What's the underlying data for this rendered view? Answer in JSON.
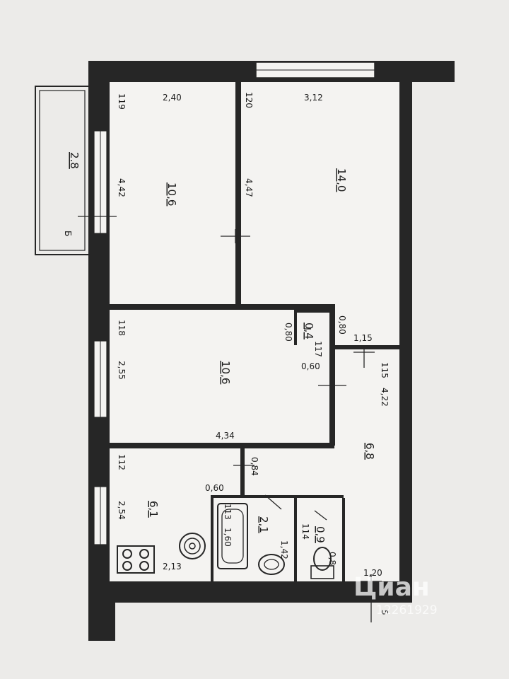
{
  "colors": {
    "wall": "#262626",
    "paper": "#ecebe9",
    "room": "#f4f3f1",
    "watermark": "#ffffff"
  },
  "balcony": {
    "area": "2.8",
    "mark": "Б"
  },
  "rooms": [
    {
      "id": "room-1",
      "area": "10,6",
      "num": "119",
      "w": "2,40",
      "h": "4,42"
    },
    {
      "id": "room-2",
      "area": "14,0",
      "num": "120",
      "w": "3,12",
      "h": "4,47"
    },
    {
      "id": "room-3",
      "area": "10,6",
      "num": "118",
      "w": "4,34",
      "h": "2,55"
    },
    {
      "id": "kitchen",
      "area": "6,1",
      "num": "112",
      "w": "2,13",
      "h": "2,54"
    },
    {
      "id": "hall",
      "area": "6,8",
      "num": "115",
      "w": "1,15",
      "h": "4,22"
    },
    {
      "id": "bathroom",
      "area": "2,1",
      "num": "113",
      "w": "1,60",
      "h": "1,42"
    },
    {
      "id": "closet",
      "area": "0,4",
      "num": "117",
      "w": "0,60",
      "h": "0,80"
    },
    {
      "id": "toilet",
      "area": "0,9",
      "num": "114",
      "w": "0,8",
      "h": ""
    }
  ],
  "dims": {
    "hall_top": "0,80",
    "hall_corridor": "0,84",
    "bath_gap": "0,60",
    "entry": "1,20",
    "entry_mark": "5"
  },
  "watermark": {
    "brand": "Циан",
    "id": "12261929"
  }
}
